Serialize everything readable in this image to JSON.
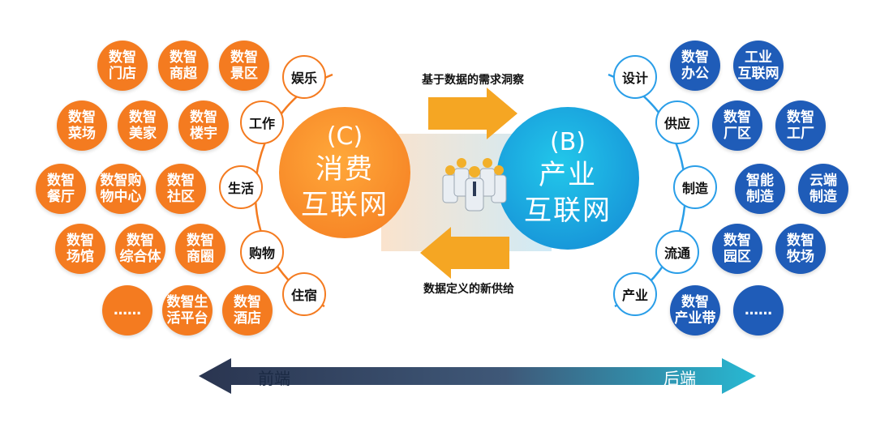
{
  "colors": {
    "consumer": "#f47b20",
    "industry": "#1f5cb8",
    "industry_core": "#1fa6e0"
  },
  "consumer_core": {
    "tag": "(C)",
    "line1": "消费",
    "line2": "互联网"
  },
  "industry_core": {
    "tag": "(B)",
    "line1": "产业",
    "line2": "互联网"
  },
  "flows": {
    "top": "基于数据的需求洞察",
    "bottom": "数据定义的新供给"
  },
  "consumer_stages": [
    "娱乐",
    "工作",
    "生活",
    "购物",
    "住宿"
  ],
  "industry_stages": [
    "设计",
    "供应",
    "制造",
    "流通",
    "产业"
  ],
  "consumer_scenes": [
    "数智\n门店",
    "数智\n商超",
    "数智\n景区",
    "数智\n菜场",
    "数智\n美家",
    "数智\n楼宇",
    "数智\n餐厅",
    "数智购\n物中心",
    "数智\n社区",
    "数智\n场馆",
    "数智\n综合体",
    "数智\n商圈",
    "……",
    "数智生\n活平台",
    "数智\n酒店"
  ],
  "industry_scenes": [
    "数智\n办公",
    "工业\n互联网",
    "数智\n厂区",
    "数智\n工厂",
    "智能\n制造",
    "云端\n制造",
    "数智\n园区",
    "数智\n牧场",
    "数智\n产业带",
    "……"
  ],
  "axis": {
    "left": "前端",
    "right": "后端"
  }
}
